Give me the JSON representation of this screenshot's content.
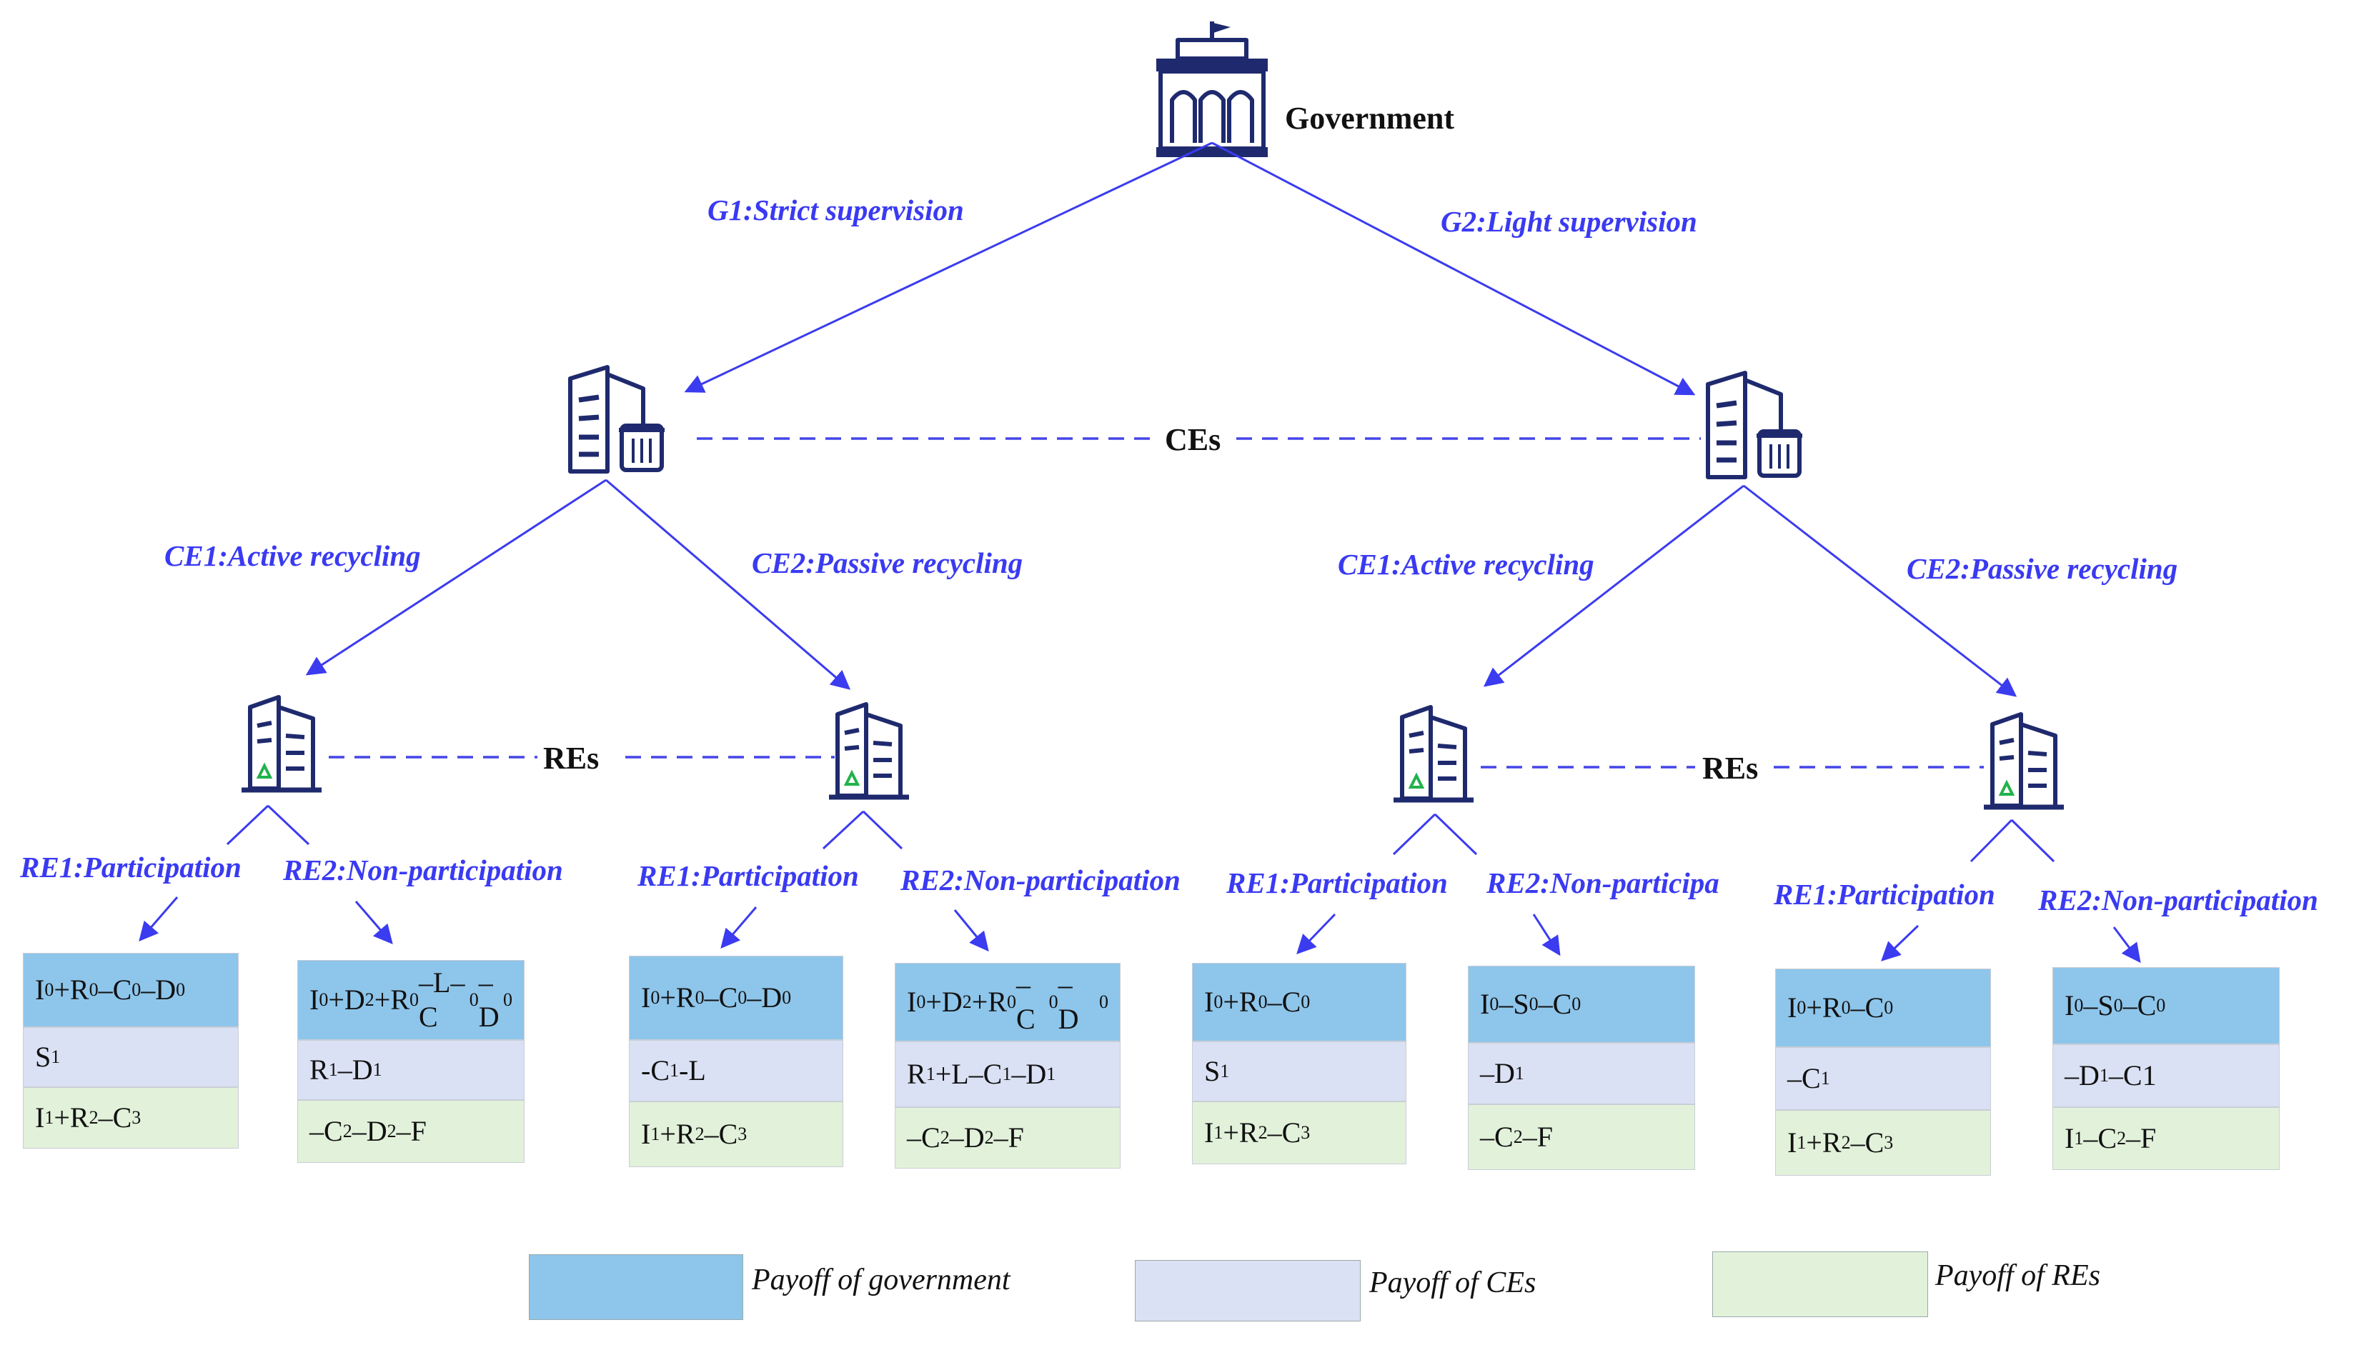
{
  "root": {
    "label": "Government"
  },
  "gov_strategies": {
    "g1": "G1:Strict supervision",
    "g2": "G2:Light supervision"
  },
  "ces_label": "CEs",
  "res_label": "REs",
  "ce_strategies": {
    "left_ce1": "CE1:Active recycling",
    "left_ce2": "CE2:Passive recycling",
    "right_ce1": "CE1:Active recycling",
    "right_ce2": "CE2:Passive recycling"
  },
  "re_strategies": [
    {
      "re1": "RE1:Participation",
      "re2": "RE2:Non-participation"
    },
    {
      "re1": "RE1:Participation",
      "re2": "RE2:Non-participation"
    },
    {
      "re1": "RE1:Participation",
      "re2": "RE2:Non-participa"
    },
    {
      "re1": "RE1:Participation",
      "re2": "RE2:Non-participation"
    }
  ],
  "payoffs": [
    {
      "gov": [
        "I",
        "0",
        "+R",
        "0",
        "–C",
        "0",
        "–D",
        "0"
      ],
      "ce": [
        "S",
        "1"
      ],
      "re": [
        "I",
        "1",
        "+R",
        "2",
        "–C",
        "3"
      ]
    },
    {
      "gov": [
        "I",
        "0",
        "+D",
        "2",
        "+R",
        "0",
        "–L– C",
        "0",
        "–D",
        "0"
      ],
      "ce": [
        "R",
        "1",
        "–D",
        "1"
      ],
      "re": [
        "–C",
        "2",
        "–D",
        "2",
        "–F"
      ]
    },
    {
      "gov": [
        "I",
        "0",
        "+R",
        "0",
        "–C",
        "0",
        "–D",
        "0"
      ],
      "ce": [
        "-C",
        "1",
        "-L"
      ],
      "re": [
        "I",
        "1",
        "+R",
        "2",
        "–C",
        "3"
      ]
    },
    {
      "gov": [
        "I",
        "0",
        "+D",
        "2",
        "+R",
        "0",
        "–C",
        "0",
        "– D",
        "0"
      ],
      "ce": [
        "R",
        "1",
        "+L–C",
        "1",
        "–D",
        "1"
      ],
      "re": [
        "–C",
        "2",
        "–D",
        "2",
        "–F"
      ]
    },
    {
      "gov": [
        "I",
        "0",
        "+R",
        "0",
        "–C",
        "0"
      ],
      "ce": [
        "S",
        "1"
      ],
      "re": [
        "I",
        "1",
        "+R",
        "2",
        "–C",
        "3"
      ]
    },
    {
      "gov": [
        "I",
        "0",
        "–S",
        "0",
        "–C",
        "0"
      ],
      "ce": [
        "–D",
        "1"
      ],
      "re": [
        "–C",
        "2",
        "–F"
      ]
    },
    {
      "gov": [
        "I",
        "0",
        "+R",
        "0",
        "–C",
        "0"
      ],
      "ce": [
        "–C",
        "1"
      ],
      "re": [
        "I",
        "1",
        "+R",
        "2",
        "–C",
        "3"
      ]
    },
    {
      "gov": [
        "I",
        "0",
        "–S",
        "0",
        "–C",
        "0"
      ],
      "ce": [
        "–D",
        "1",
        "–C1"
      ],
      "re": [
        "I",
        "1",
        "–C",
        "2",
        "–F"
      ]
    }
  ],
  "legend": {
    "gov": "Payoff of government",
    "ce": "Payoff of CEs",
    "re": "Payoff of REs"
  },
  "colors": {
    "gov": "#8ec5ea",
    "ce": "#dbe1f4",
    "re": "#e2f1da",
    "accent": "#3a3af2",
    "icon": "#1f2a6e"
  }
}
